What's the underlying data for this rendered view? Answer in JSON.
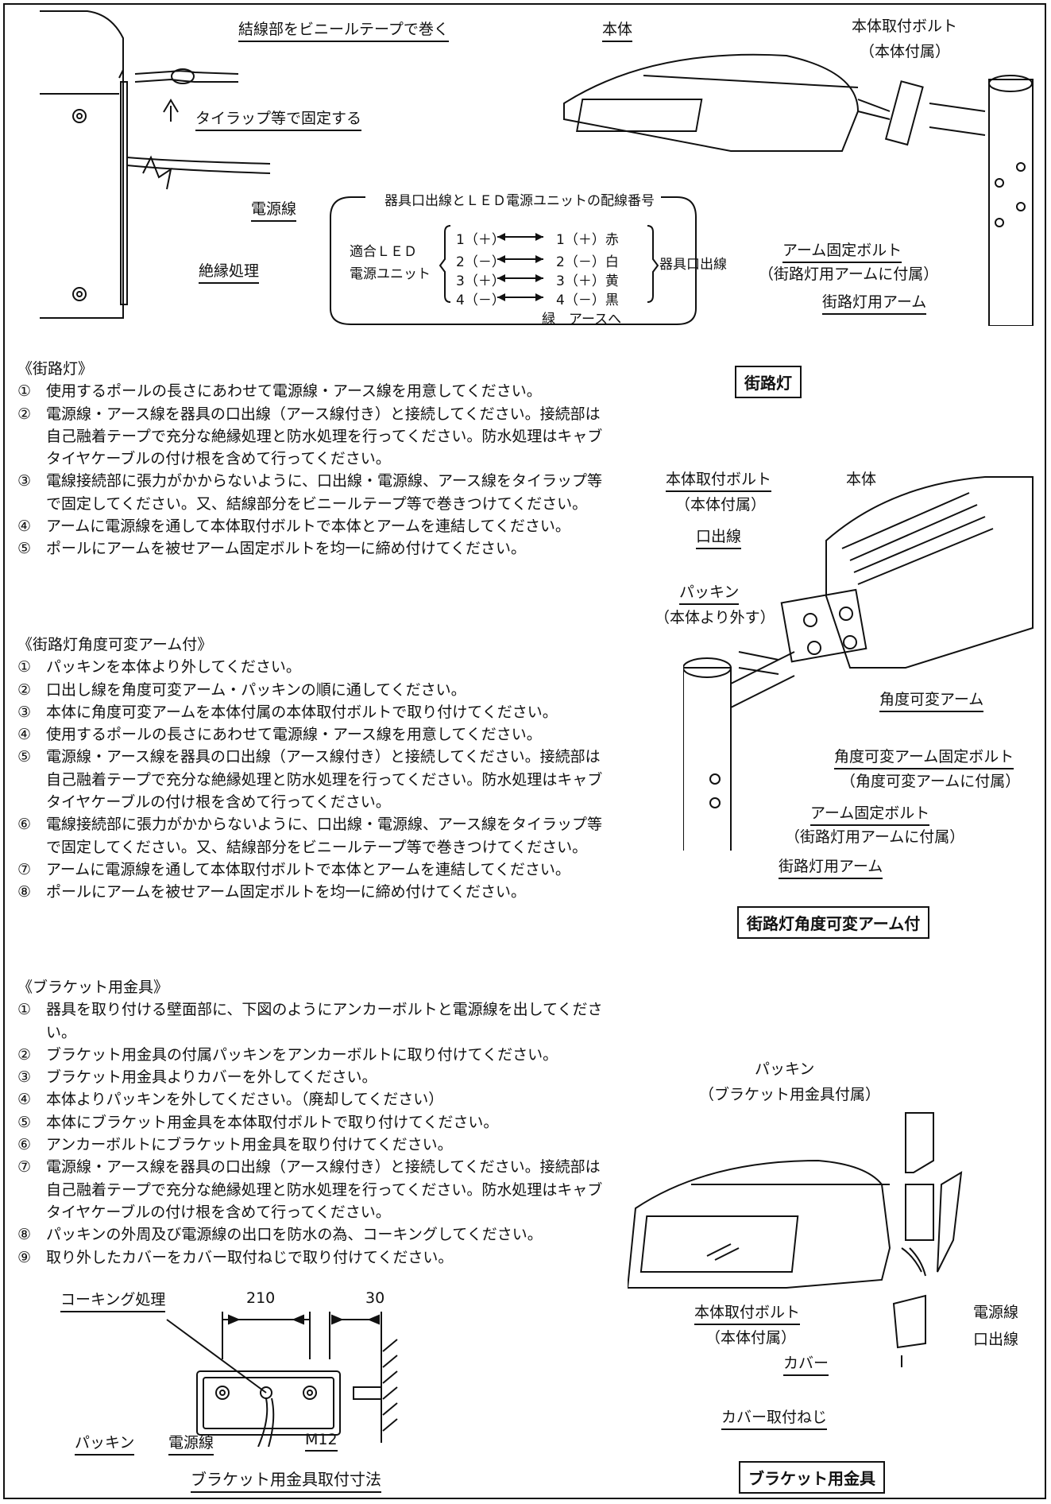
{
  "top_left": {
    "label_vinyl": "結線部をビニールテープで巻く",
    "label_tyrap": "タイラップ等で固定する",
    "label_power": "電源線",
    "label_insulation": "絶縁処理"
  },
  "wiring_box": {
    "title": "器具口出線とＬＥＤ電源ユニットの配線番号",
    "left_label_1": "適合ＬＥＤ",
    "left_label_2": "電源ユニット",
    "right_label": "器具口出線",
    "rows": [
      {
        "left": "1（＋）",
        "right": "1（＋）赤"
      },
      {
        "left": "2（－）",
        "right": "2（－）白"
      },
      {
        "left": "3（＋）",
        "right": "3（＋）黄"
      },
      {
        "left": "4（－）",
        "right": "4（－）黒"
      }
    ],
    "ground": "緑　アースへ"
  },
  "top_right": {
    "body": "本体",
    "bolt": "本体取付ボルト",
    "bolt_note": "（本体付属）",
    "arm_bolt": "アーム固定ボルト",
    "arm_bolt_note": "（街路灯用アームに付属）",
    "arm": "街路灯用アーム",
    "caption": "街路灯"
  },
  "section1": {
    "heading": "《街路灯》",
    "items": [
      {
        "n": "①",
        "t": "使用するポールの長さにあわせて電源線・アース線を用意してください。"
      },
      {
        "n": "②",
        "t": "電源線・アース線を器具の口出線（アース線付き）と接続してください。接続部は自己融着テープで充分な絶縁処理と防水処理を行ってください。防水処理はキャブタイヤケーブルの付け根を含めて行ってください。"
      },
      {
        "n": "③",
        "t": "電線接続部に張力がかからないように、口出線・電源線、アース線をタイラップ等で固定してください。又、結線部分をビニールテープ等で巻きつけてください。"
      },
      {
        "n": "④",
        "t": "アームに電源線を通して本体取付ボルトで本体とアームを連結してください。"
      },
      {
        "n": "⑤",
        "t": "ポールにアームを被せアーム固定ボルトを均一に締め付けてください。"
      }
    ]
  },
  "section2": {
    "heading": "《街路灯角度可変アーム付》",
    "items": [
      {
        "n": "①",
        "t": "パッキンを本体より外してください。"
      },
      {
        "n": "②",
        "t": "口出し線を角度可変アーム・パッキンの順に通してください。"
      },
      {
        "n": "③",
        "t": "本体に角度可変アームを本体付属の本体取付ボルトで取り付けてください。"
      },
      {
        "n": "④",
        "t": "使用するポールの長さにあわせて電源線・アース線を用意してください。"
      },
      {
        "n": "⑤",
        "t": "電源線・アース線を器具の口出線（アース線付き）と接続してください。接続部は自己融着テープで充分な絶縁処理と防水処理を行ってください。防水処理はキャブタイヤケーブルの付け根を含めて行ってください。"
      },
      {
        "n": "⑥",
        "t": "電線接続部に張力がかからないように、口出線・電源線、アース線をタイラップ等で固定してください。又、結線部分をビニールテープ等で巻きつけてください。"
      },
      {
        "n": "⑦",
        "t": "アームに電源線を通して本体取付ボルトで本体とアームを連結してください。"
      },
      {
        "n": "⑧",
        "t": "ポールにアームを被せアーム固定ボルトを均一に締め付けてください。"
      }
    ]
  },
  "mid_right": {
    "bolt": "本体取付ボルト",
    "bolt_note": "（本体付属）",
    "body": "本体",
    "lead": "口出線",
    "packing": "パッキン",
    "packing_note": "（本体より外す）",
    "angle_arm": "角度可変アーム",
    "angle_bolt": "角度可変アーム固定ボルト",
    "angle_bolt_note": "（角度可変アームに付属）",
    "arm_bolt": "アーム固定ボルト",
    "arm_bolt_note": "（街路灯用アームに付属）",
    "arm": "街路灯用アーム",
    "caption": "街路灯角度可変アーム付"
  },
  "section3": {
    "heading": "《ブラケット用金具》",
    "items": [
      {
        "n": "①",
        "t": "器具を取り付ける壁面部に、下図のようにアンカーボルトと電源線を出してください。"
      },
      {
        "n": "②",
        "t": "ブラケット用金具の付属パッキンをアンカーボルトに取り付けてください。"
      },
      {
        "n": "③",
        "t": "ブラケット用金具よりカバーを外してください。"
      },
      {
        "n": "④",
        "t": "本体よりパッキンを外してください。（廃却してください）"
      },
      {
        "n": "⑤",
        "t": "本体にブラケット用金具を本体取付ボルトで取り付けてください。"
      },
      {
        "n": "⑥",
        "t": "アンカーボルトにブラケット用金具を取り付けてください。"
      },
      {
        "n": "⑦",
        "t": "電源線・アース線を器具の口出線（アース線付き）と接続してください。接続部は自己融着テープで充分な絶縁処理と防水処理を行ってください。防水処理はキャブタイヤケーブルの付け根を含めて行ってください。"
      },
      {
        "n": "⑧",
        "t": "パッキンの外周及び電源線の出口を防水の為、コーキングしてください。"
      },
      {
        "n": "⑨",
        "t": "取り外したカバーをカバー取付ねじで取り付けてください。"
      }
    ]
  },
  "bottom_left": {
    "caulking": "コーキング処理",
    "dim_210": "210",
    "dim_30": "30",
    "packing": "パッキン",
    "power": "電源線",
    "m12": "M12",
    "caption": "ブラケット用金具取付寸法"
  },
  "bottom_right": {
    "packing": "パッキン",
    "packing_note": "（ブラケット用金具付属）",
    "bolt": "本体取付ボルト",
    "bolt_note": "（本体付属）",
    "power": "電源線",
    "lead": "口出線",
    "cover": "カバー",
    "cover_screw": "カバー取付ねじ",
    "caption": "ブラケット用金具"
  }
}
